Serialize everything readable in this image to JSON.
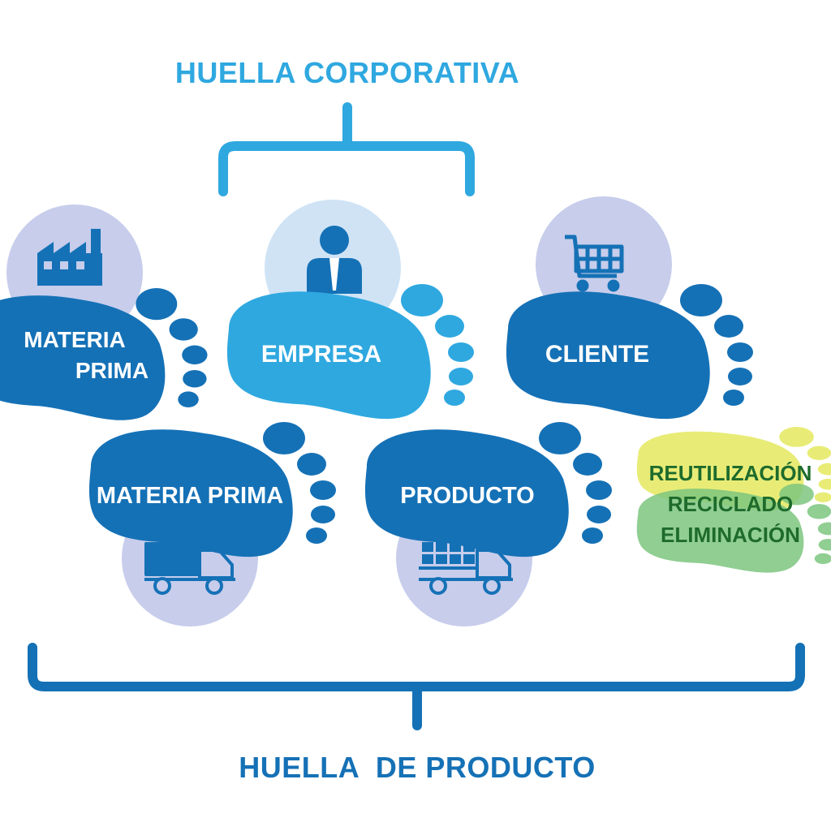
{
  "title_top": "HUELLA CORPORATIVA",
  "title_bottom": "HUELLA  DE PRODUCTO",
  "colors": {
    "dark_blue": "#1571b6",
    "light_blue": "#2fa8e0",
    "circle_lavender": "#c7cdeb",
    "circle_light": "#cfe3f5",
    "yellow": "#e6ea6a",
    "green": "#7cc57f",
    "text_green": "#1e6b2c"
  },
  "top_row": [
    {
      "label_line1": "MATERIA",
      "label_line2": "PRIMA",
      "icon": "factory-icon"
    },
    {
      "label": "EMPRESA",
      "icon": "businessman-icon"
    },
    {
      "label": "CLIENTE",
      "icon": "shopping-cart-icon"
    }
  ],
  "bottom_row": [
    {
      "label": "MATERIA PRIMA",
      "icon": "truck-icon"
    },
    {
      "label": "PRODUCTO",
      "icon": "cargo-truck-icon"
    }
  ],
  "end_of_life": {
    "line1": "REUTILIZACIÓN",
    "line2": "RECICLADO",
    "line3": "ELIMINACIÓN"
  }
}
